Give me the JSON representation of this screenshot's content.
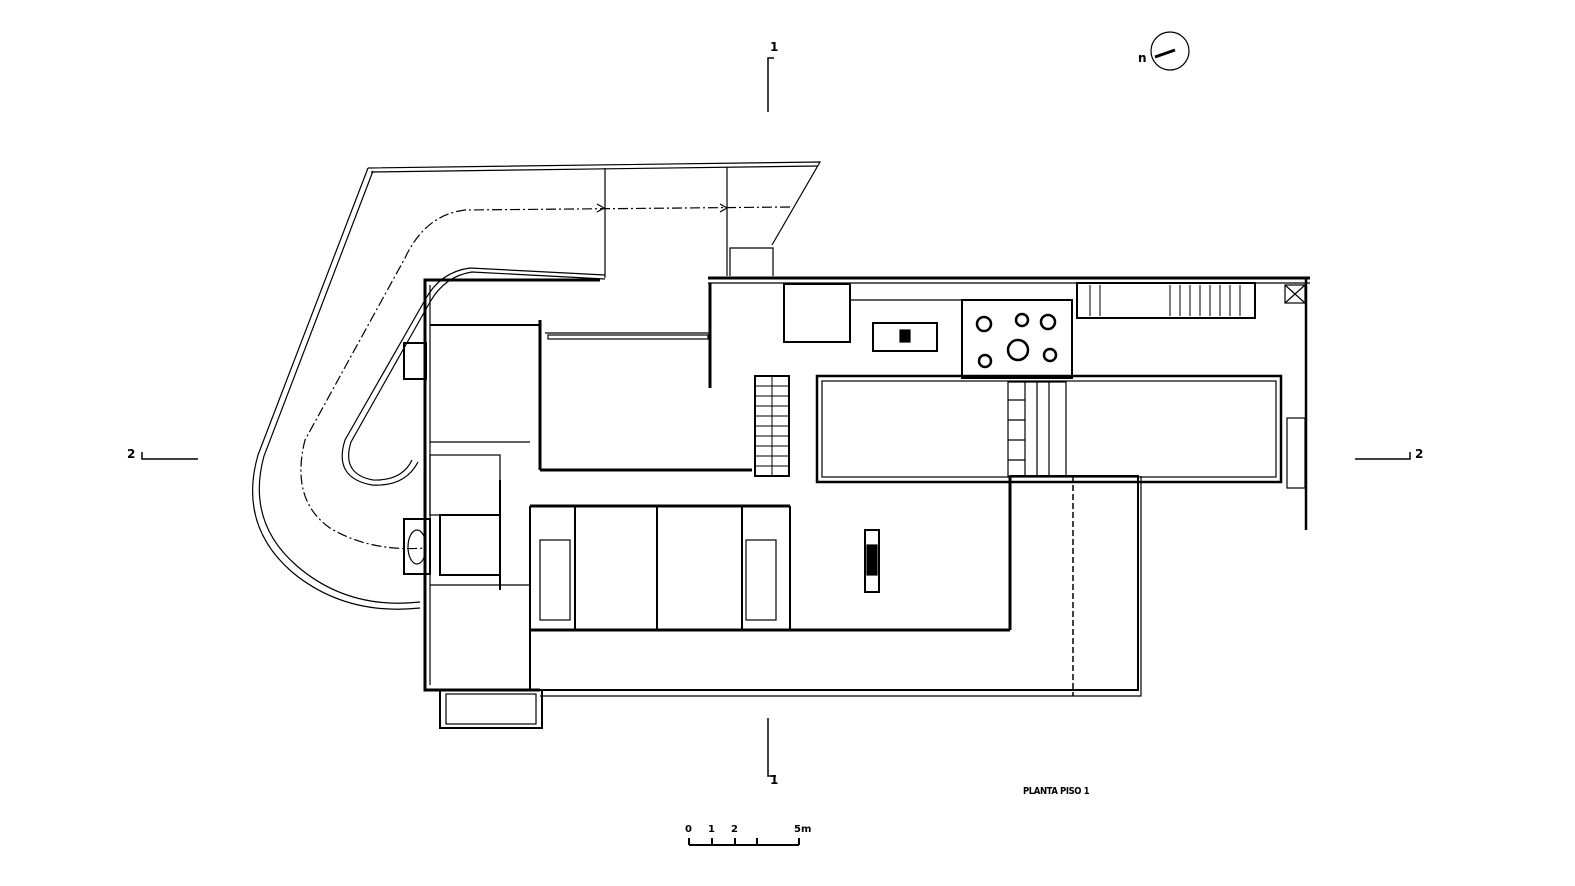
{
  "drawing": {
    "title": "PLANTA PISO 1",
    "north_label": "n",
    "section_marks": {
      "top": "1",
      "bottom": "1",
      "left": "2",
      "right": "2"
    },
    "scale_bar": {
      "labels": [
        "0",
        "1",
        "2",
        "5m"
      ]
    },
    "line_color": "#000000",
    "background": "#ffffff"
  }
}
